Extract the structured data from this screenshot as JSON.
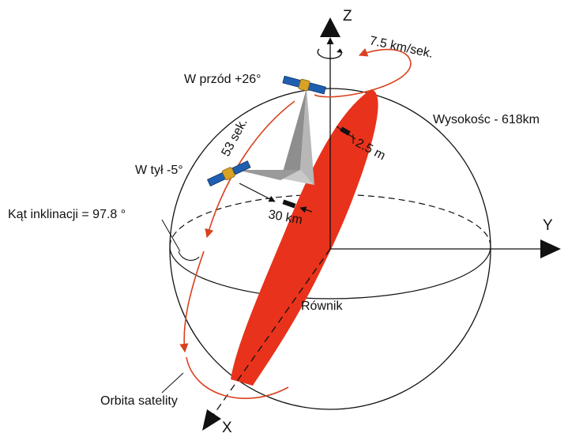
{
  "labels": {
    "axis_z": "Z",
    "axis_y": "Y",
    "axis_x": "X",
    "velocity": "7.5 km/sek.",
    "forward": "W przód +26°",
    "backward": "W tył -5°",
    "altitude": "Wysokośc - 618km",
    "time": "53 sek.",
    "pixel_size": "2.5 m",
    "swath": "30 km",
    "inclination": "Kąt inklinacji = 97.8 °",
    "equator": "Równik",
    "orbit": "Orbita satelity"
  },
  "colors": {
    "swath_band": "#e8321b",
    "orbit_line": "#d9411e",
    "axis": "#111111",
    "sensor_light": "#c9c9c9",
    "sensor_dark": "#8e8e8e",
    "panel_blue": "#1f5fb0",
    "satellite_gold": "#d8a227"
  }
}
